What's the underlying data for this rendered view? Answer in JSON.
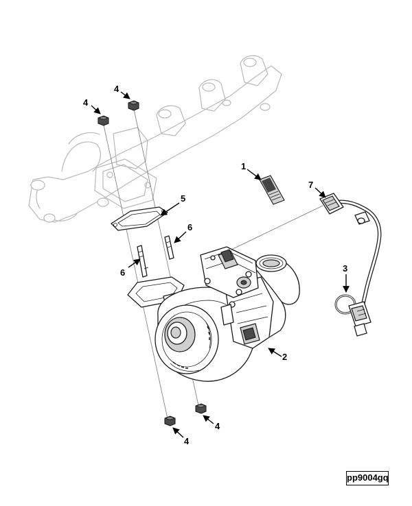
{
  "diagram": {
    "callouts": [
      {
        "id": "c1",
        "label": "1"
      },
      {
        "id": "c2",
        "label": "2"
      },
      {
        "id": "c3",
        "label": "3"
      },
      {
        "id": "c4a",
        "label": "4"
      },
      {
        "id": "c4b",
        "label": "4"
      },
      {
        "id": "c4c",
        "label": "4"
      },
      {
        "id": "c4d",
        "label": "4"
      },
      {
        "id": "c5",
        "label": "5"
      },
      {
        "id": "c6a",
        "label": "6"
      },
      {
        "id": "c6b",
        "label": "6"
      },
      {
        "id": "c7",
        "label": "7"
      }
    ],
    "reference_code": "pp9004gq"
  }
}
